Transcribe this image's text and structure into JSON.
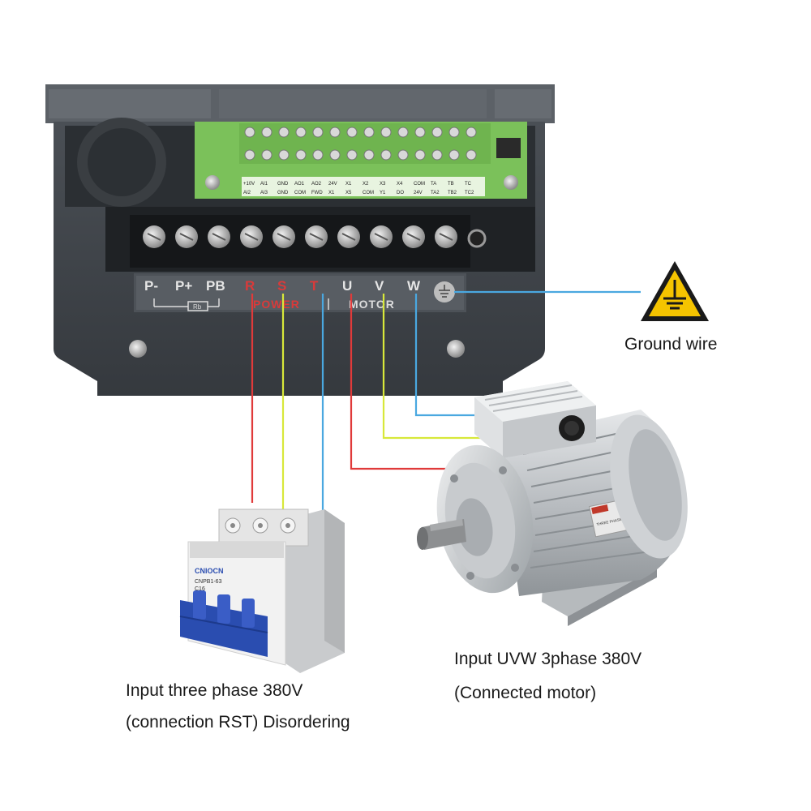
{
  "terminals": {
    "power_labels": [
      "P-",
      "P+",
      "PB"
    ],
    "rst_labels": [
      "R",
      "S",
      "T"
    ],
    "motor_labels": [
      "U",
      "V",
      "W"
    ],
    "resistor_label": "Rb",
    "power_group": "POWER",
    "motor_group": "MOTOR"
  },
  "control_terminals": {
    "top_row": [
      "+10V",
      "AI1",
      "GND",
      "AO1",
      "AO2",
      "24V",
      "X1",
      "X2",
      "X3",
      "X4",
      "COM",
      "TA",
      "TB",
      "TC"
    ],
    "bottom_row": [
      "AI2",
      "AI3",
      "GND",
      "COM",
      "FWD",
      "X1",
      "X5",
      "COM",
      "Y1",
      "DO",
      "24V",
      "TA2",
      "TB2",
      "TC2"
    ]
  },
  "breaker": {
    "brand": "CNIOCN",
    "model": "CNPB1-63",
    "rating": "C16"
  },
  "motor": {
    "nameplate": "THREE PHASE MOTOR"
  },
  "ground": {
    "label": "Ground wire"
  },
  "captions": {
    "input_line1": "Input three phase 380V",
    "input_line2": "(connection RST) Disordering",
    "motor_line1": "Input UVW 3phase 380V",
    "motor_line2": "(Connected motor)"
  },
  "colors": {
    "red_wire": "#e03a3a",
    "yellow_wire": "#d8e83a",
    "blue_wire": "#4aa8e0",
    "red_text": "#d93a3a",
    "warning_yellow": "#f5c400",
    "breaker_blue": "#2a4db0",
    "terminal_green": "#6fbf4a"
  }
}
